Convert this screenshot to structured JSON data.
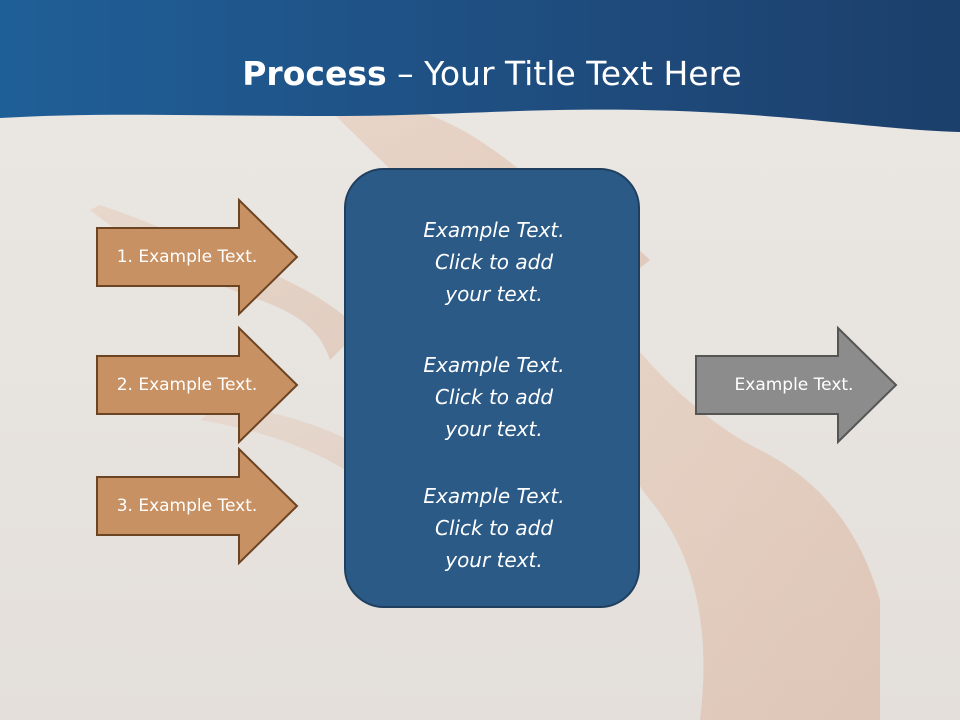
{
  "title": {
    "bold": "Process",
    "rest": " – Your Title Text Here"
  },
  "inputs": [
    {
      "label": "1. Example Text."
    },
    {
      "label": "2. Example Text."
    },
    {
      "label": "3. Example Text."
    }
  ],
  "center": {
    "items": [
      {
        "lines": [
          "Example Text.",
          "Click  to add",
          "your text."
        ]
      },
      {
        "lines": [
          "Example Text.",
          "Click  to add",
          "your text."
        ]
      },
      {
        "lines": [
          "Example Text.",
          "Click  to add",
          "your text."
        ]
      }
    ]
  },
  "output": {
    "label": "Example Text."
  },
  "colors": {
    "header_blue": "#1f4e79",
    "input_arrow_fill": "#c89163",
    "input_arrow_stroke": "#6b4423",
    "center_fill": "#2b5a87",
    "output_arrow_fill": "#8c8c8c",
    "output_arrow_stroke": "#555555"
  }
}
